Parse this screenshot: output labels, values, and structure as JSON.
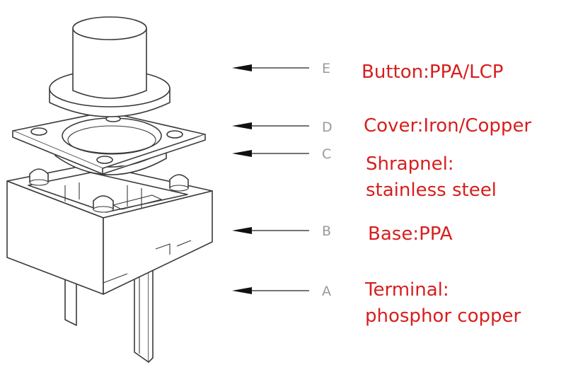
{
  "parts": [
    {
      "letter": "E",
      "label_lines": [
        "Button:PPA/LCP"
      ]
    },
    {
      "letter": "D",
      "label_lines": [
        "Cover:Iron/Copper"
      ]
    },
    {
      "letter": "C",
      "label_lines": [
        "Shrapnel:",
        "stainless steel"
      ]
    },
    {
      "letter": "B",
      "label_lines": [
        "Base:PPA"
      ]
    },
    {
      "letter": "A",
      "label_lines": [
        "Terminal:",
        "phosphor copper"
      ]
    }
  ],
  "colors": {
    "label": "#d81e1e",
    "letter": "#999999",
    "drawing": "#3a3a3a"
  }
}
